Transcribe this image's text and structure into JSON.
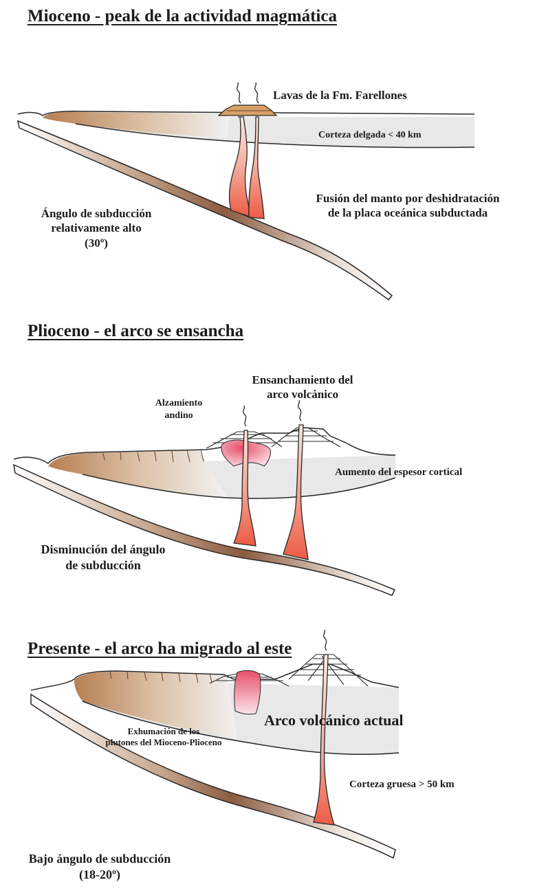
{
  "colors": {
    "wedge_brown": "#c39469",
    "slab_brown": "#8a5c40",
    "magma_red": "#ec6a55",
    "crust_grey": "#e3e3e3",
    "line": "#262626"
  },
  "panels": [
    {
      "title": "Mioceno - peak de la actividad magmática",
      "labels": {
        "lavas": "Lavas de la Fm. Farellones",
        "corteza": "Corteza delgada < 40 km",
        "fusion_1": "Fusión del manto por deshidratación",
        "fusion_2": "de la placa oceánica subductada",
        "angulo_1": "Ángulo de subducción",
        "angulo_2": "relativamente alto",
        "angulo_3": "(30º)"
      }
    },
    {
      "title": "Plioceno - el arco se ensancha",
      "labels": {
        "ensanch_1": "Ensanchamiento del",
        "ensanch_2": "arco volcánico",
        "alz_1": "Alzamiento",
        "alz_2": "andino",
        "aumento": "Aumento del espesor cortical",
        "dism_1": "Disminución del ángulo",
        "dism_2": "de subducción"
      }
    },
    {
      "title": "Presente - el arco ha migrado al este",
      "labels": {
        "arco": "Arco volcánico actual",
        "exhum_1": "Exhumación de los",
        "exhum_2": "plutones del Mioceno-Plioceno",
        "corteza": "Corteza gruesa > 50 km",
        "bajo_1": "Bajo ángulo de subducción",
        "bajo_2": "(18-20º)"
      }
    }
  ]
}
